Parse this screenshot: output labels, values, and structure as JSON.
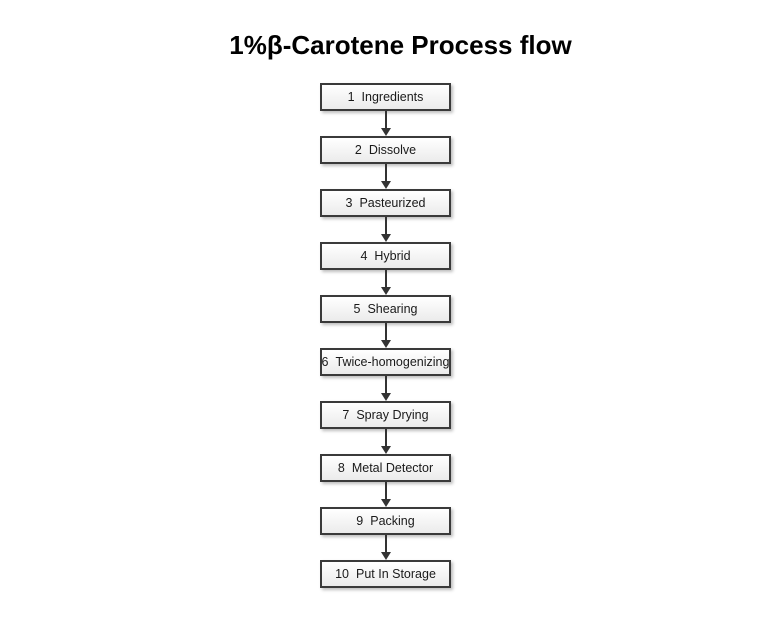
{
  "title": "1%β-Carotene Process flow",
  "flowchart": {
    "steps": [
      {
        "number": "1",
        "label": "Ingredients"
      },
      {
        "number": "2",
        "label": "Dissolve"
      },
      {
        "number": "3",
        "label": "Pasteurized"
      },
      {
        "number": "4",
        "label": "Hybrid"
      },
      {
        "number": "5",
        "label": "Shearing"
      },
      {
        "number": "6",
        "label": "Twice-homogenizing"
      },
      {
        "number": "7",
        "label": "Spray Drying"
      },
      {
        "number": "8",
        "label": "Metal Detector"
      },
      {
        "number": "9",
        "label": "Packing"
      },
      {
        "number": "10",
        "label": "Put In Storage"
      }
    ]
  },
  "colors": {
    "box_border": "#3a3a3a",
    "box_fill_top": "#ffffff",
    "box_fill_bottom": "#ebebeb",
    "arrow": "#333333",
    "title_text": "#000000",
    "box_text": "#1a1a1a",
    "shadow": "#bdbdbd"
  }
}
